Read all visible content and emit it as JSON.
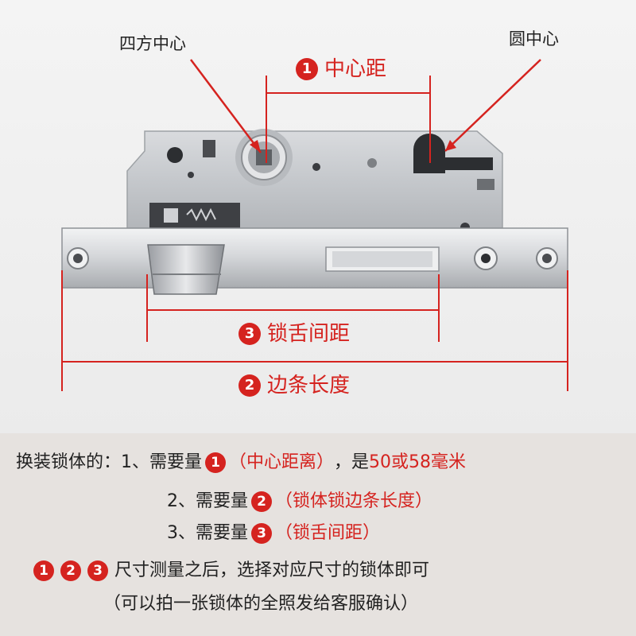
{
  "diagram": {
    "square_center_label": "四方中心",
    "round_center_label": "圆中心",
    "dim1": {
      "number": "1",
      "label": "中心距"
    },
    "dim2": {
      "number": "2",
      "label": "边条长度"
    },
    "dim3": {
      "number": "3",
      "label": "锁舌间距"
    }
  },
  "notes": {
    "line1": {
      "prefix": "换装锁体的：1、需要量",
      "badge": "1",
      "red_text": "（中心距离）",
      "middle": "，是",
      "red_value": "50或58毫米"
    },
    "line2": {
      "prefix": "2、需要量",
      "badge": "2",
      "red_text": "（锁体锁边条长度）"
    },
    "line3": {
      "prefix": "3、需要量",
      "badge": "3",
      "red_text": "（锁舌间距）"
    },
    "line4": {
      "badges": [
        "1",
        "2",
        "3"
      ],
      "text": "尺寸测量之后，选择对应尺寸的锁体即可"
    },
    "line5": {
      "text": "（可以拍一张锁体的全照发给客服确认）"
    }
  },
  "colors": {
    "accent_red": "#d5231f",
    "text": "#222222",
    "steel": "#c9ccd0"
  }
}
